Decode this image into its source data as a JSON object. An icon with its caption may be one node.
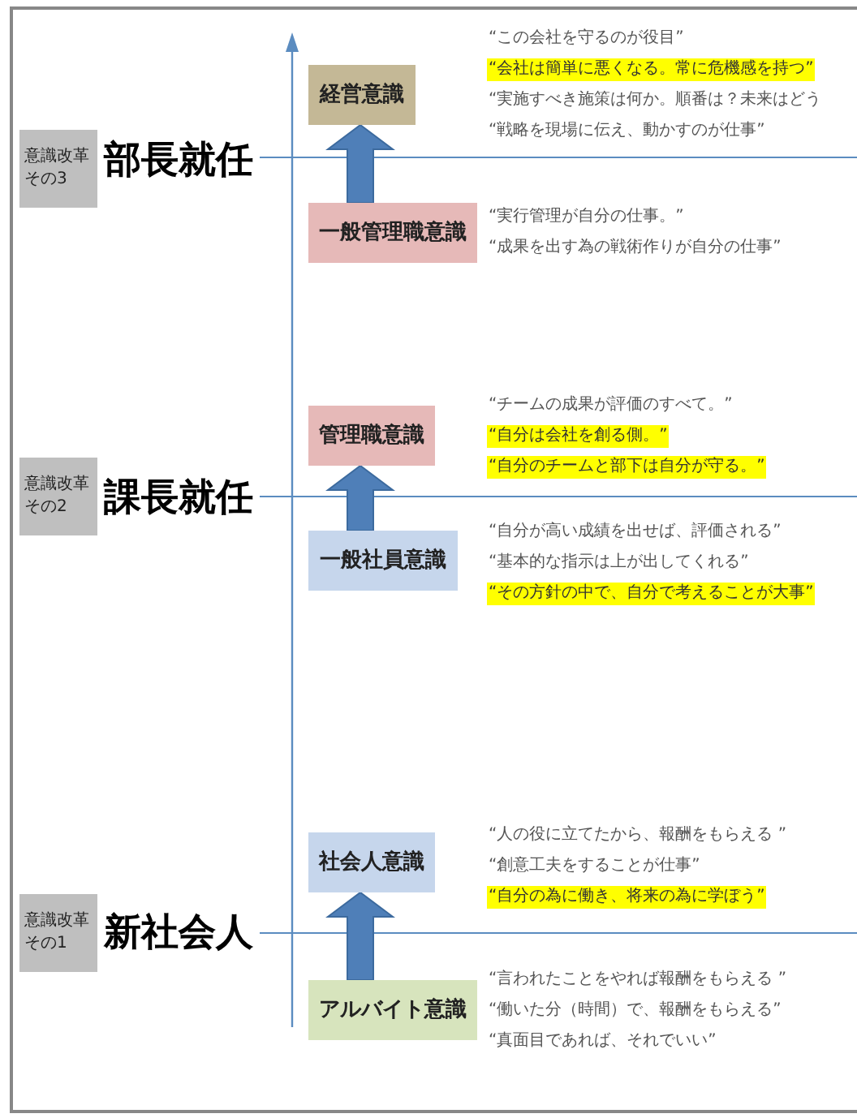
{
  "diagram": {
    "nodes": [
      {
        "text": [
          "経営意識"
        ],
        "beside": [
          "“この会社を守るのが役目”",
          "“会社は簡単に悪くなる。常に危機感を持つ”",
          "“実施すべき施策は何か。順番は？未来はどう",
          "“戦略を現場に伝え、動かすのが仕事”"
        ]
      },
      {
        "text": [
          "意識改革その3"
        ]
      },
      {
        "text": [
          "一般管理職意識"
        ],
        "beside": [
          "“実行管理が自分の仕事。”",
          "“成果を出す為の戦術作りが自分の仕事”"
        ]
      },
      {
        "text": [
          "管理職意識"
        ],
        "beside": [
          "“チームの成果が評価のすべて。”",
          "“自分は会社を創る側。”",
          "“自分のチームと部下は自分が守る。”"
        ]
      },
      {
        "text": [
          "意識改革その2"
        ]
      },
      {
        "text": [
          "一般社員意識"
        ],
        "beside": [
          "“自分が高い成績を出せば、評価される”",
          "“基本的な指示は上が出してくれる”",
          "“その方針の中で、自分で考えることが大事”"
        ]
      },
      {
        "text": [
          "社会人意識"
        ],
        "beside": [
          "“人の役に立てたから、報酬をもらえる ”",
          "“創意工夫をすることが仕事”",
          "“自分の為に働き、将来の為に学ぼう”"
        ]
      },
      {
        "text": [
          "意識改革その1"
        ]
      },
      {
        "text": [
          "アルバイト意識"
        ],
        "beside": [
          "“言われたことをやれば報酬をもらえる ”",
          "“働いた分（時間）で、報酬をもらえる”",
          "“真面目であれば、それでいい”"
        ]
      }
    ],
    "edges": [
      {
        "from": 2,
        "to": 0,
        "arrow": "to"
      },
      {
        "from": 5,
        "to": 3,
        "arrow": "to"
      },
      {
        "from": 8,
        "to": 6,
        "arrow": "to"
      }
    ],
    "labels": [
      "部長就任",
      "課長就任",
      "新社会人"
    ]
  }
}
